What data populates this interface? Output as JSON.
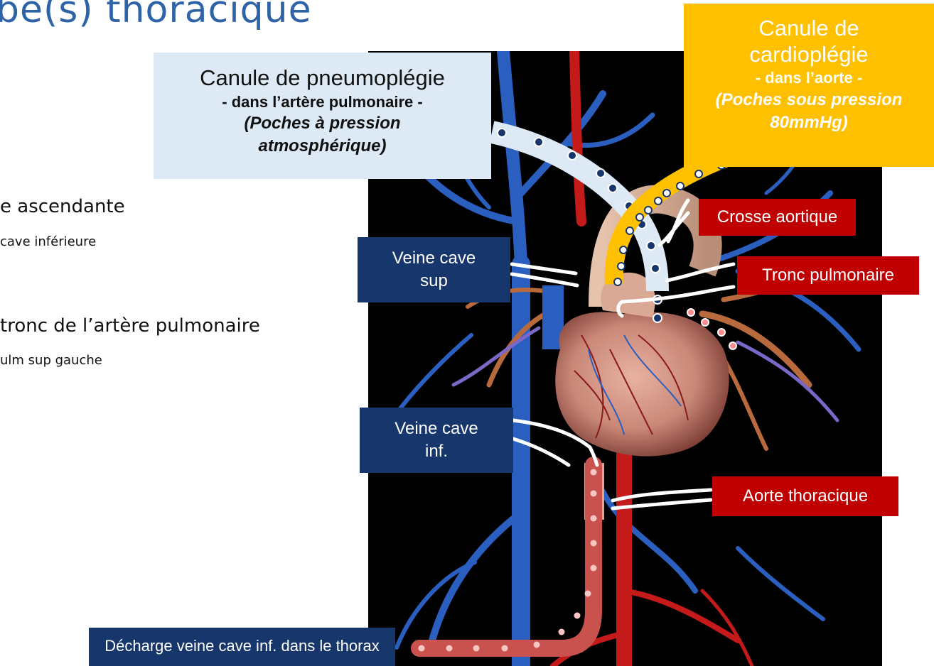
{
  "title": "be(s) thoracique",
  "bullets": [
    {
      "text": "e ascendante",
      "level": 1
    },
    {
      "text": "cave inférieure",
      "level": 2
    },
    {
      "text": "tronc de l’artère pulmonaire",
      "level": 1
    },
    {
      "text": "ulm sup gauche",
      "level": 2
    }
  ],
  "callouts": {
    "pneumoplegie": {
      "title": "Canule de pneumoplégie",
      "location": "- dans l’artère pulmonaire -",
      "note_line1": "(Poches à pression",
      "note_line2": "atmosphérique)"
    },
    "cardioplegie": {
      "title_line1": "Canule de",
      "title_line2": "cardioplégie",
      "location": "- dans l’aorte -",
      "note_line1": "(Poches sous pression",
      "note_line2": "80mmHg)"
    },
    "crosse_aortique": "Crosse aortique",
    "tronc_pulmonaire": "Tronc pulmonaire",
    "veine_cave_sup": {
      "line1": "Veine cave",
      "line2": "sup"
    },
    "veine_cave_inf": {
      "line1": "Veine cave",
      "line2": "inf."
    },
    "aorte_thoracique": "Aorte thoracique",
    "decharge": "Décharge veine cave inf. dans le thorax"
  },
  "colors": {
    "title": "#2f63a8",
    "navy": "#17366b",
    "red_label": "#c00000",
    "cardio_yellow": "#ffc000",
    "pneumo_blue": "#dde9f5",
    "decharge_tube": "#c9524f"
  }
}
